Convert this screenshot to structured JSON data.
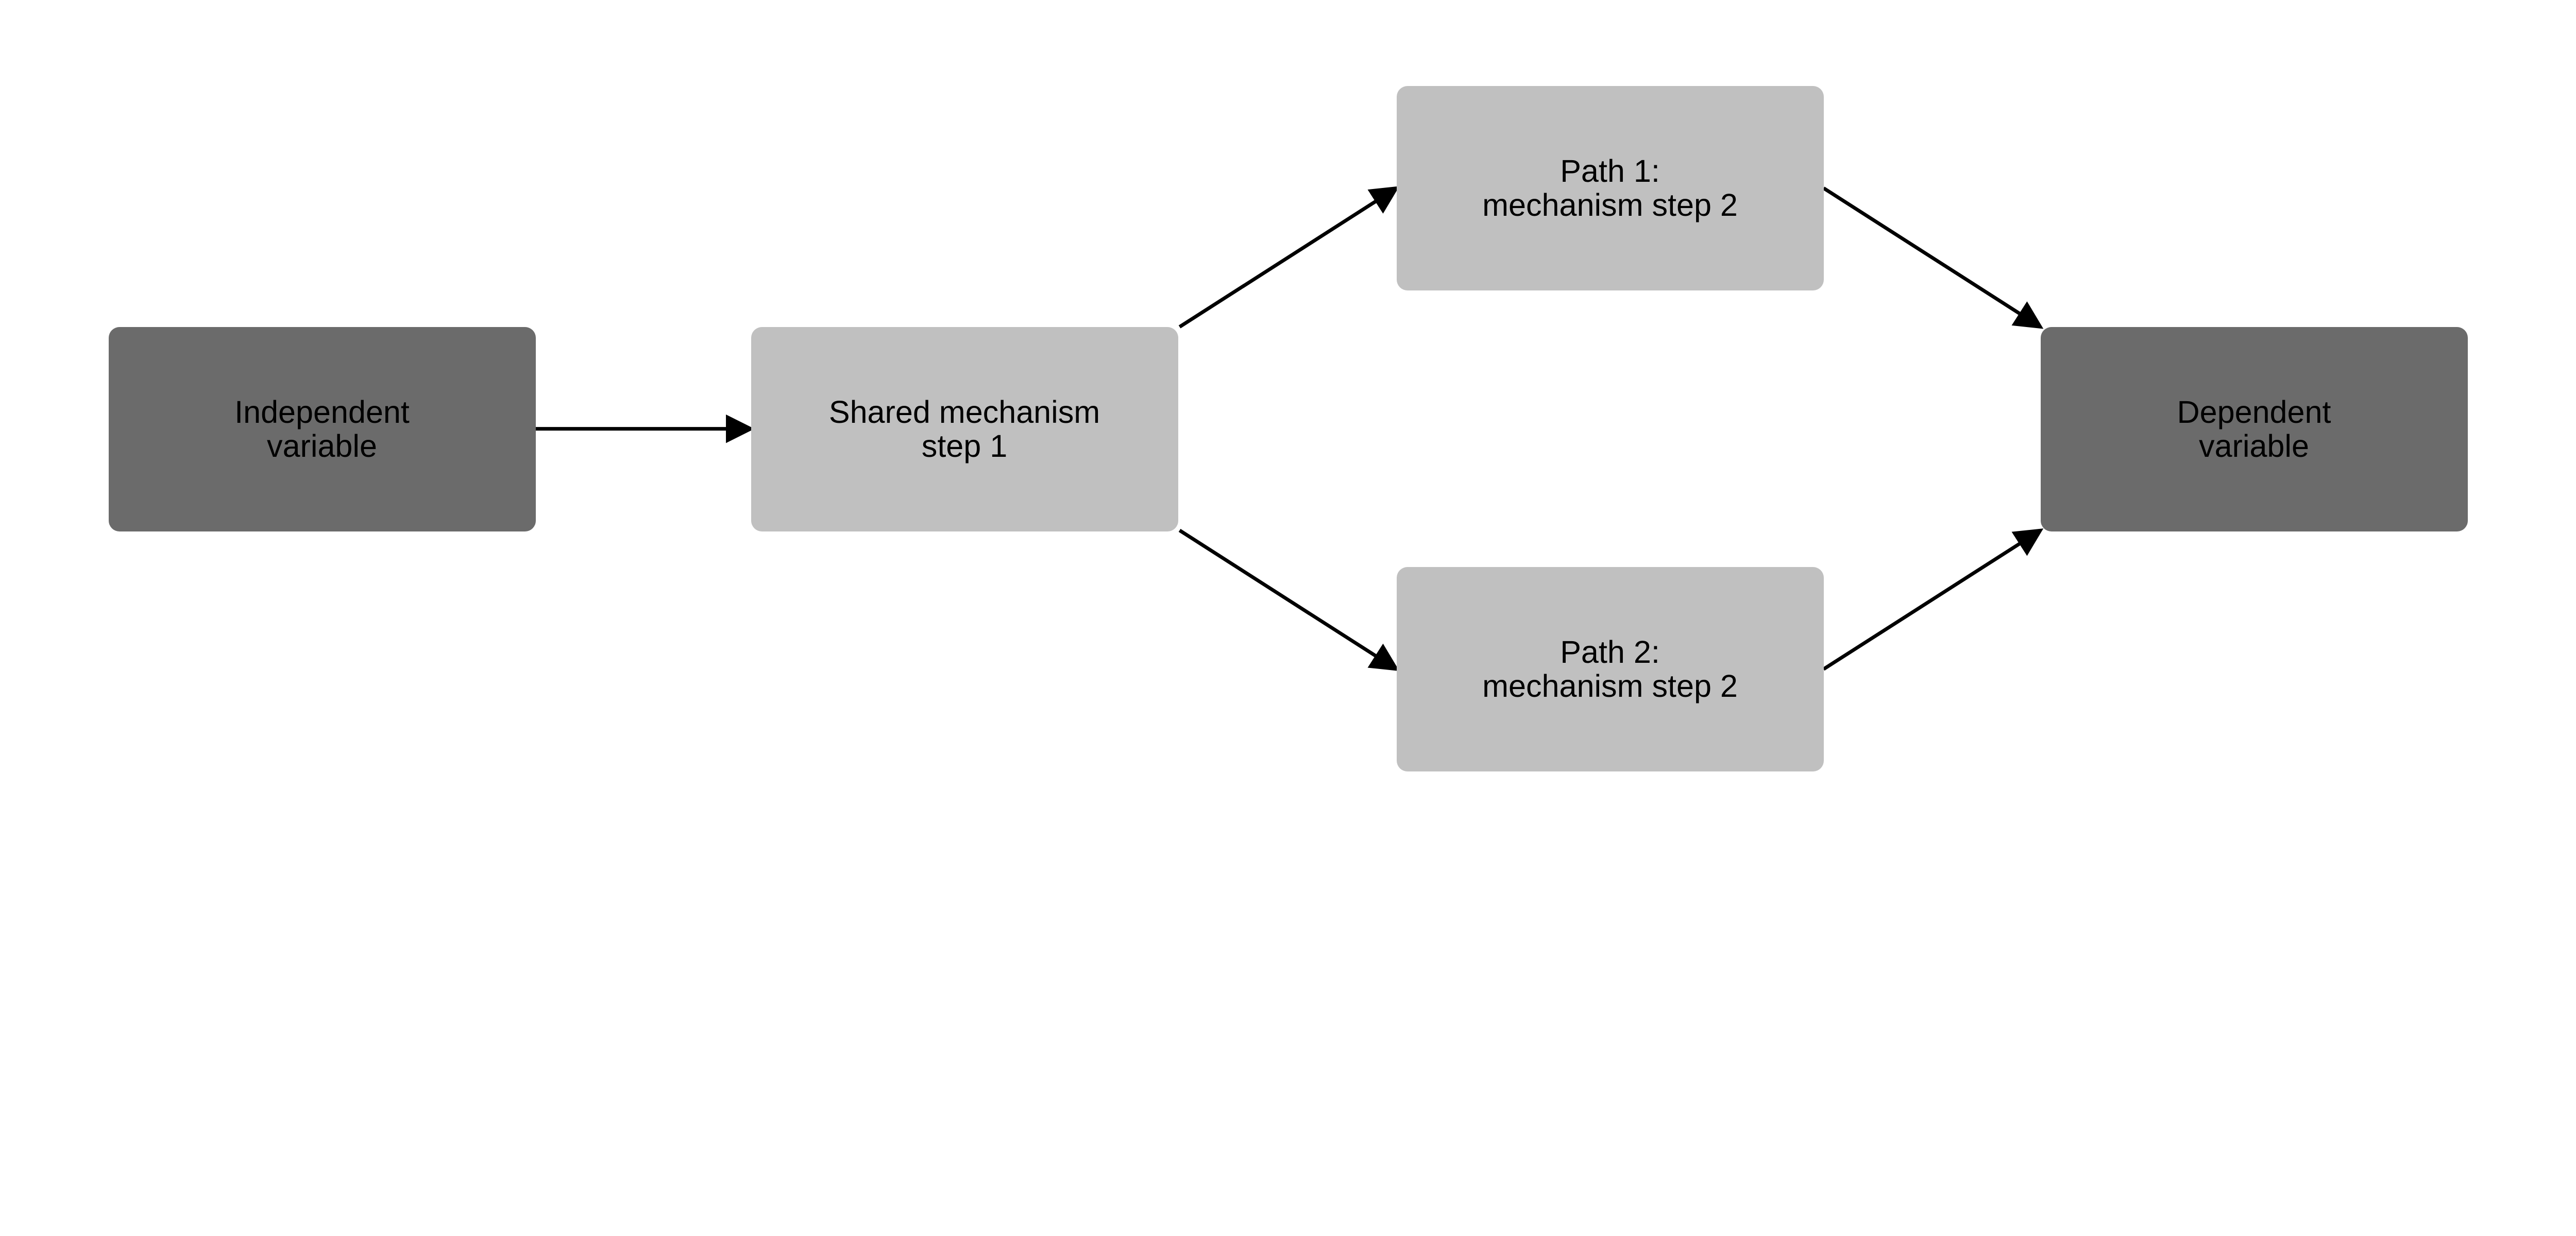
{
  "nodes": {
    "independent": {
      "lines": [
        "Independent",
        "variable"
      ],
      "color": "#6b6b6b"
    },
    "shared": {
      "lines": [
        "Shared mechanism",
        "step 1"
      ],
      "color": "#c0c0c0"
    },
    "path1": {
      "lines": [
        "Path 1:",
        "mechanism step 2"
      ],
      "color": "#c0c0c0"
    },
    "path2": {
      "lines": [
        "Path 2:",
        "mechanism step 2"
      ],
      "color": "#c0c0c0"
    },
    "dependent": {
      "lines": [
        "Dependent",
        "variable"
      ],
      "color": "#6b6b6b"
    }
  },
  "edges": [
    {
      "from": "independent",
      "to": "shared"
    },
    {
      "from": "shared",
      "to": "path1"
    },
    {
      "from": "shared",
      "to": "path2"
    },
    {
      "from": "path1",
      "to": "dependent"
    },
    {
      "from": "path2",
      "to": "dependent"
    }
  ]
}
